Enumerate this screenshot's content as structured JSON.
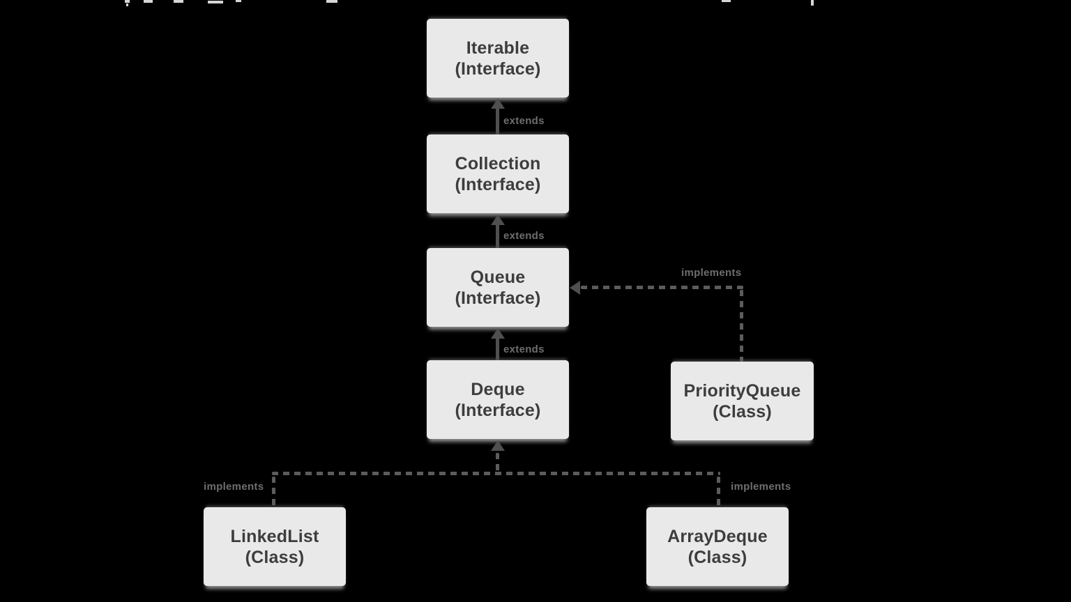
{
  "diagram": {
    "type": "class-hierarchy",
    "nodes": {
      "iterable": {
        "name": "Iterable",
        "kind": "(Interface)"
      },
      "collection": {
        "name": "Collection",
        "kind": "(Interface)"
      },
      "queue": {
        "name": "Queue",
        "kind": "(Interface)"
      },
      "deque": {
        "name": "Deque",
        "kind": "(Interface)"
      },
      "priorityqueue": {
        "name": "PriorityQueue",
        "kind": "(Class)"
      },
      "linkedlist": {
        "name": "LinkedList",
        "kind": "(Class)"
      },
      "arraydeque": {
        "name": "ArrayDeque",
        "kind": "(Class)"
      }
    },
    "edges": {
      "collection_extends_iterable": {
        "from": "Collection",
        "to": "Iterable",
        "label": "extends",
        "style": "solid"
      },
      "queue_extends_collection": {
        "from": "Queue",
        "to": "Collection",
        "label": "extends",
        "style": "solid"
      },
      "deque_extends_queue": {
        "from": "Deque",
        "to": "Queue",
        "label": "extends",
        "style": "solid"
      },
      "priorityqueue_implements_queue": {
        "from": "PriorityQueue",
        "to": "Queue",
        "label": "implements",
        "style": "dashed"
      },
      "linkedlist_implements_deque": {
        "from": "LinkedList",
        "to": "Deque",
        "label": "implements",
        "style": "dashed"
      },
      "arraydeque_implements_deque": {
        "from": "ArrayDeque",
        "to": "Deque",
        "label": "implements",
        "style": "dashed"
      }
    },
    "colors": {
      "background": "#000000",
      "node_fill": "#e9e9e9",
      "node_text": "#3d3d3d",
      "edge_line": "#4f4f4f",
      "edge_dash": "#5c5c5c",
      "edge_label": "#6e6e6e"
    }
  }
}
